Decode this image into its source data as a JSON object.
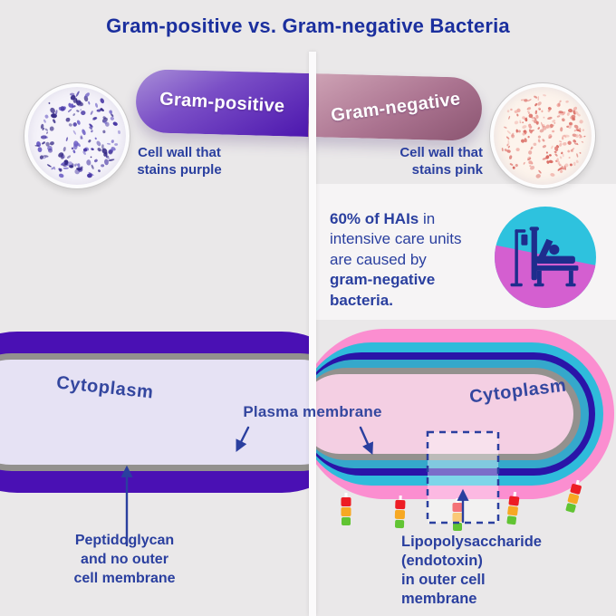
{
  "title": "Gram-positive vs. Gram-negative Bacteria",
  "capsule": {
    "left_label": "Gram-positive",
    "right_label": "Gram-negative"
  },
  "stain_labels": {
    "left_line1": "Cell wall that",
    "left_line2": "stains purple",
    "right_line1": "Cell wall that",
    "right_line2": "stains pink"
  },
  "hai": {
    "stat_bold": "60% of HAIs",
    "stat_rest": " in",
    "line2": "intensive care units",
    "line3": "are caused by",
    "line4": "gram-negative",
    "line5": "bacteria."
  },
  "diagram": {
    "left_cytoplasm_label": "Cytoplasm",
    "right_cytoplasm_label": "Cytoplasm",
    "plasma_membrane_label": "Plasma membrane",
    "left_caption": [
      "Peptidoglycan",
      "and no outer",
      "cell membrane"
    ],
    "right_caption": [
      "Lipopolysaccharide",
      "(endotoxin)",
      "in outer cell",
      "membrane"
    ]
  },
  "icons": {
    "left_dish": "gram-positive-stain-micrograph",
    "right_dish": "gram-negative-stain-micrograph",
    "badge": "hospital-bed-icon"
  },
  "colors": {
    "background": "#eae8e9",
    "title_navy": "#1b2f9e",
    "label_blue": "#2a3f9f",
    "capsule_purple": "#4c16ae",
    "capsule_mauve": "#9c6481",
    "stain_purple": "#4a3aa5",
    "stain_pink": "#e2837c",
    "gram_pos_wall": "#4a10b4",
    "membrane_gray": "#93918e",
    "cytoplasm_left": "#e6e2f4",
    "outer_membrane_pink": "#fb8ed0",
    "periplasm_cyan": "#2fbbdb",
    "inner_ring_navy": "#2a14a8",
    "cytoplasm_right": "#f4cfe3",
    "lps_red": "#ed1c24",
    "lps_orange": "#f7a823",
    "lps_green": "#61c433",
    "badge_cyan": "#2ec2de",
    "badge_magenta": "#d45fd0",
    "bed_navy": "#1e2d8d"
  }
}
